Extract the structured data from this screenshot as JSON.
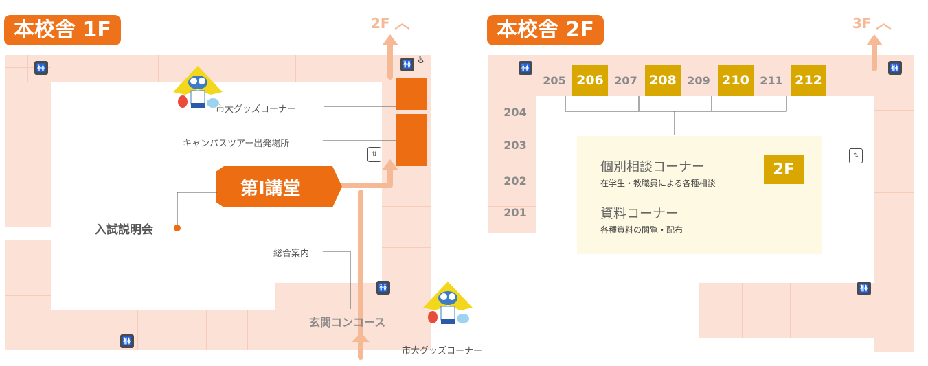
{
  "floor1": {
    "title": "本校舎 1F",
    "up_link": "2F",
    "hall_label": "第Ⅰ講堂",
    "labels": {
      "goods_corner_top": "市大グッズコーナー",
      "campus_tour": "キャンパスツアー出発場所",
      "entrance_seminar": "入試説明会",
      "info_desk": "総合案内",
      "entrance": "玄関コンコース",
      "goods_corner_bottom": "市大グッズコーナー"
    }
  },
  "floor2": {
    "title": "本校舎 2F",
    "up_link": "3F",
    "rooms_top": [
      {
        "num": "205",
        "highlight": false
      },
      {
        "num": "206",
        "highlight": true
      },
      {
        "num": "207",
        "highlight": false
      },
      {
        "num": "208",
        "highlight": true
      },
      {
        "num": "209",
        "highlight": false
      },
      {
        "num": "210",
        "highlight": true
      },
      {
        "num": "211",
        "highlight": false
      },
      {
        "num": "212",
        "highlight": true
      }
    ],
    "rooms_left": [
      "204",
      "203",
      "202",
      "201"
    ],
    "info": {
      "badge": "2F",
      "consult_title": "個別相談コーナー",
      "consult_sub": "在学生・教職員による各種相談",
      "materials_title": "資料コーナー",
      "materials_sub": "各種資料の閲覧・配布"
    }
  },
  "colors": {
    "accent_orange": "#ec6d12",
    "highlight_gold": "#d9a800",
    "corridor_pink": "#fbe1d6",
    "arrow_pink": "#f6b996",
    "info_bg": "#fdf9e2"
  },
  "icons": [
    "restroom-icon",
    "wheelchair-icon",
    "elevator-icon",
    "up-arrow-icon",
    "mascot-icon"
  ]
}
